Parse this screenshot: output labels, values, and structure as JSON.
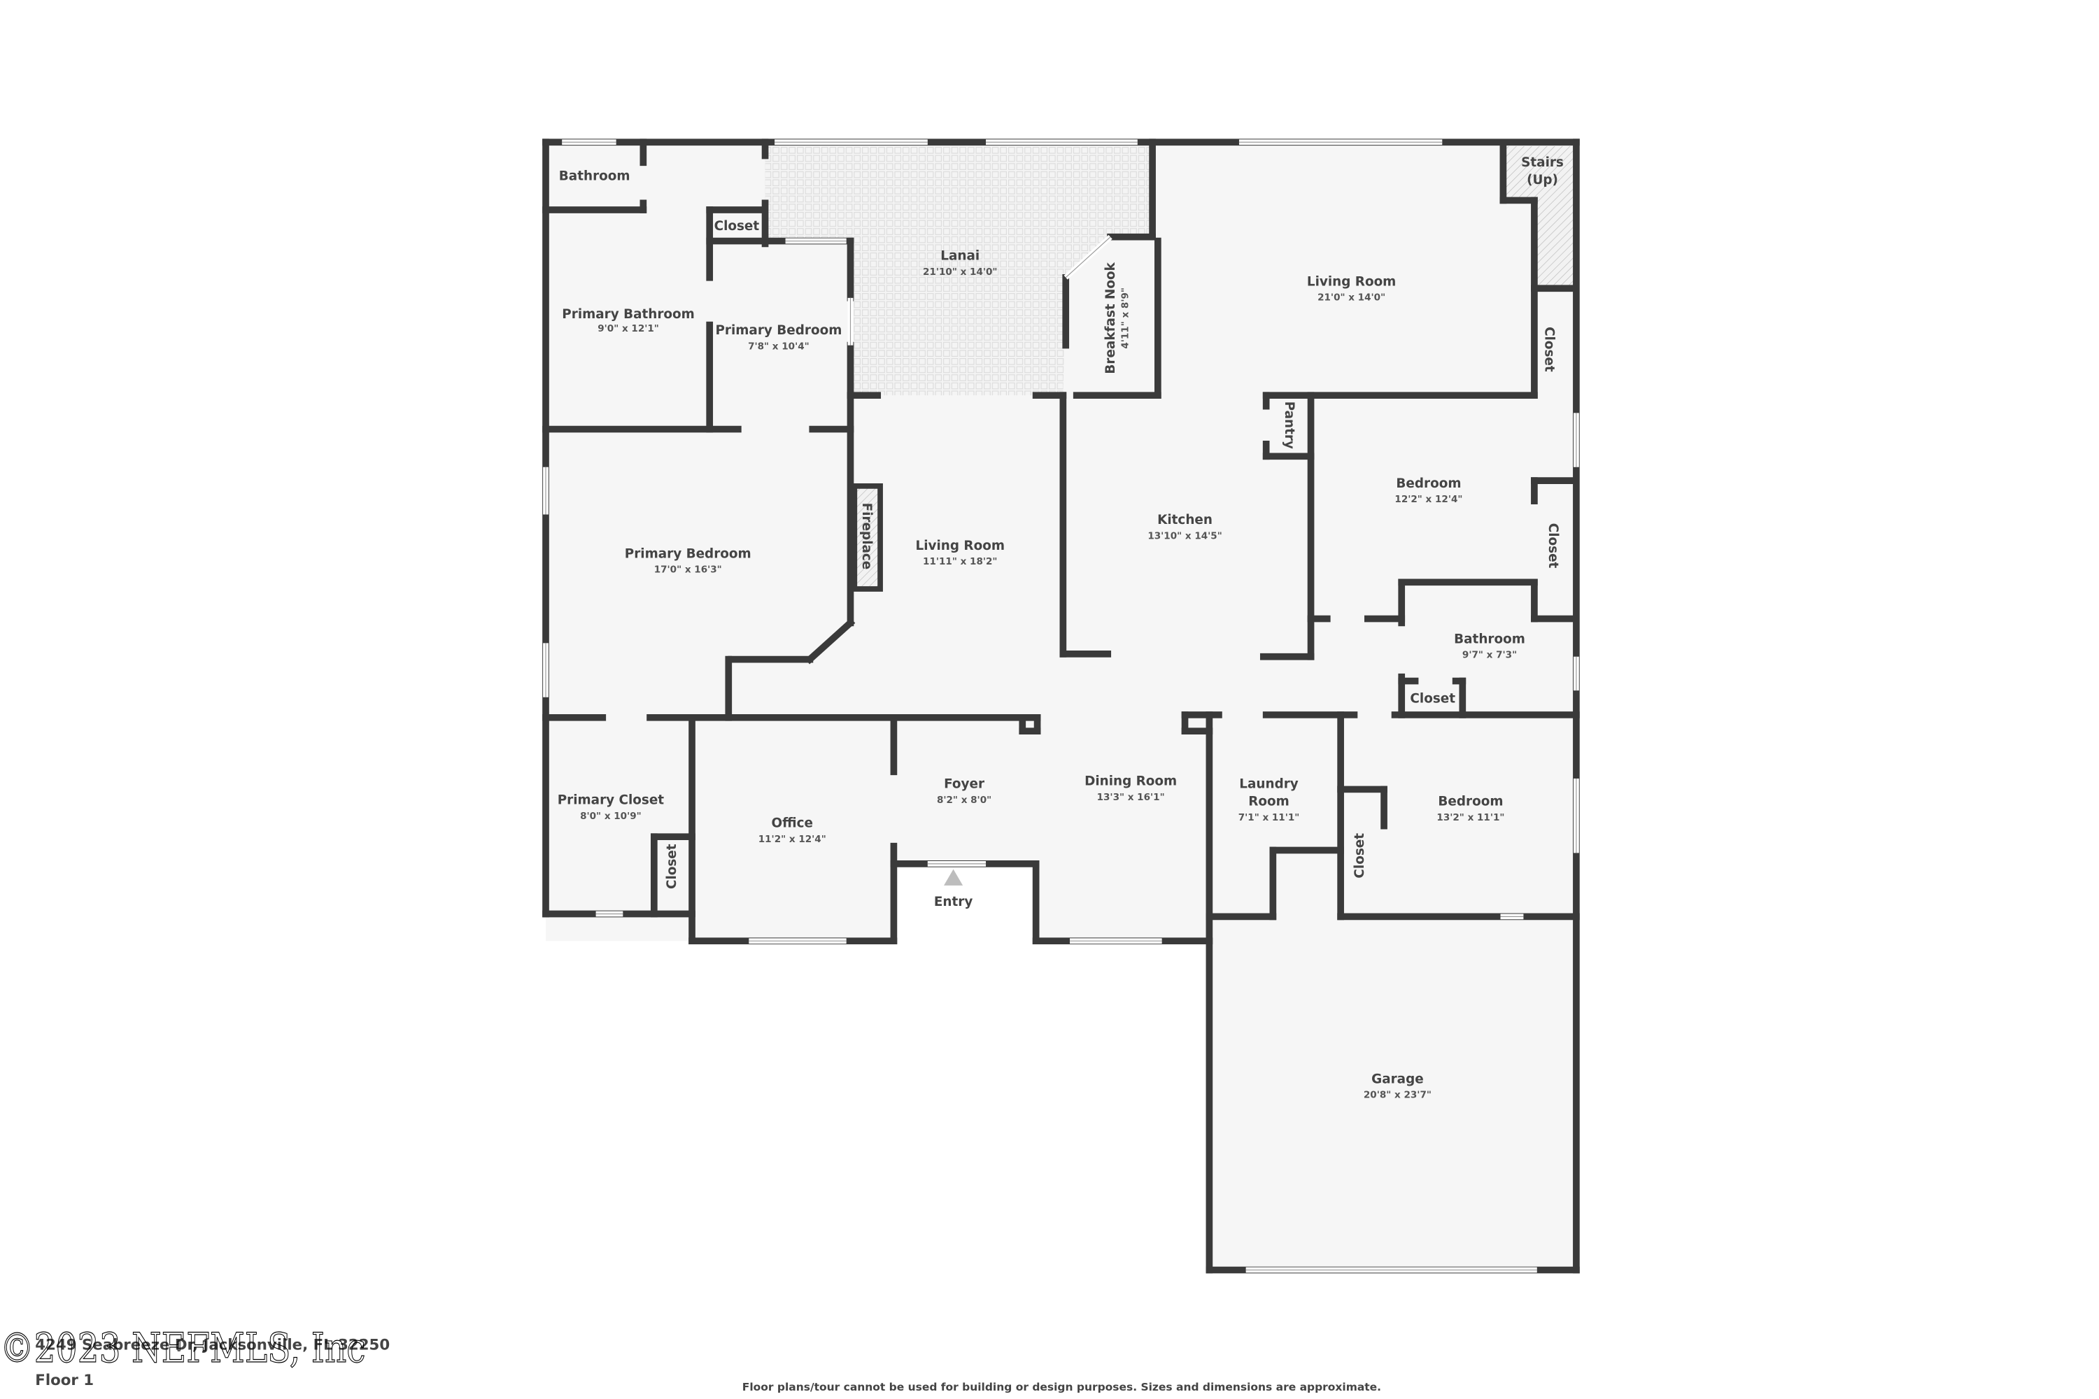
{
  "floor_label": "Floor 1",
  "address": "4249 Seabreeze Dr, Jacksonville, FL 32250",
  "watermark": "©2023 NEFMLS, Inc",
  "disclaimer": "Floor plans/tour cannot be used for building or design purposes. Sizes and dimensions are approximate.",
  "colors": {
    "wall": "#3a3a3a",
    "floor": "#f6f6f6",
    "window": "#ffffff",
    "text": "#444444"
  },
  "rooms": {
    "bathroom_nw": {
      "name": "Bathroom"
    },
    "closet_nw": {
      "name": "Closet"
    },
    "lanai": {
      "name": "Lanai",
      "dims": "21'10\" x 14'0\""
    },
    "primary_bathroom": {
      "name": "Primary Bathroom",
      "dims": "9'0\" x 12'1\""
    },
    "primary_bedroom_small": {
      "name": "Primary Bedroom",
      "dims": "7'8\" x 10'4\""
    },
    "breakfast_nook": {
      "name": "Breakfast Nook",
      "dims": "4'11\" x 8'9\""
    },
    "living_room_ne": {
      "name": "Living Room",
      "dims": "21'0\" x 14'0\""
    },
    "stairs": {
      "name": "Stairs",
      "sub": "(Up)"
    },
    "closet_ne": {
      "name": "Closet"
    },
    "pantry": {
      "name": "Pantry"
    },
    "primary_bedroom": {
      "name": "Primary Bedroom",
      "dims": "17'0\" x 16'3\""
    },
    "fireplace": {
      "name": "Fireplace"
    },
    "living_room": {
      "name": "Living Room",
      "dims": "11'11\" x 18'2\""
    },
    "kitchen": {
      "name": "Kitchen",
      "dims": "13'10\" x 14'5\""
    },
    "bedroom_e": {
      "name": "Bedroom",
      "dims": "12'2\" x 12'4\""
    },
    "closet_e": {
      "name": "Closet"
    },
    "bathroom_e": {
      "name": "Bathroom",
      "dims": "9'7\" x 7'3\""
    },
    "closet_bath": {
      "name": "Closet"
    },
    "primary_closet": {
      "name": "Primary Closet",
      "dims": "8'0\" x 10'9\""
    },
    "closet_pc": {
      "name": "Closet"
    },
    "office": {
      "name": "Office",
      "dims": "11'2\" x 12'4\""
    },
    "foyer": {
      "name": "Foyer",
      "dims": "8'2\" x 8'0\""
    },
    "dining_room": {
      "name": "Dining Room",
      "dims": "13'3\" x 16'1\""
    },
    "laundry_room": {
      "name1": "Laundry",
      "name2": "Room",
      "dims": "7'1\" x 11'1\""
    },
    "bedroom_se": {
      "name": "Bedroom",
      "dims": "13'2\" x 11'1\""
    },
    "closet_se": {
      "name": "Closet"
    },
    "entry": {
      "name": "Entry"
    },
    "garage": {
      "name": "Garage",
      "dims": "20'8\" x 23'7\""
    }
  }
}
